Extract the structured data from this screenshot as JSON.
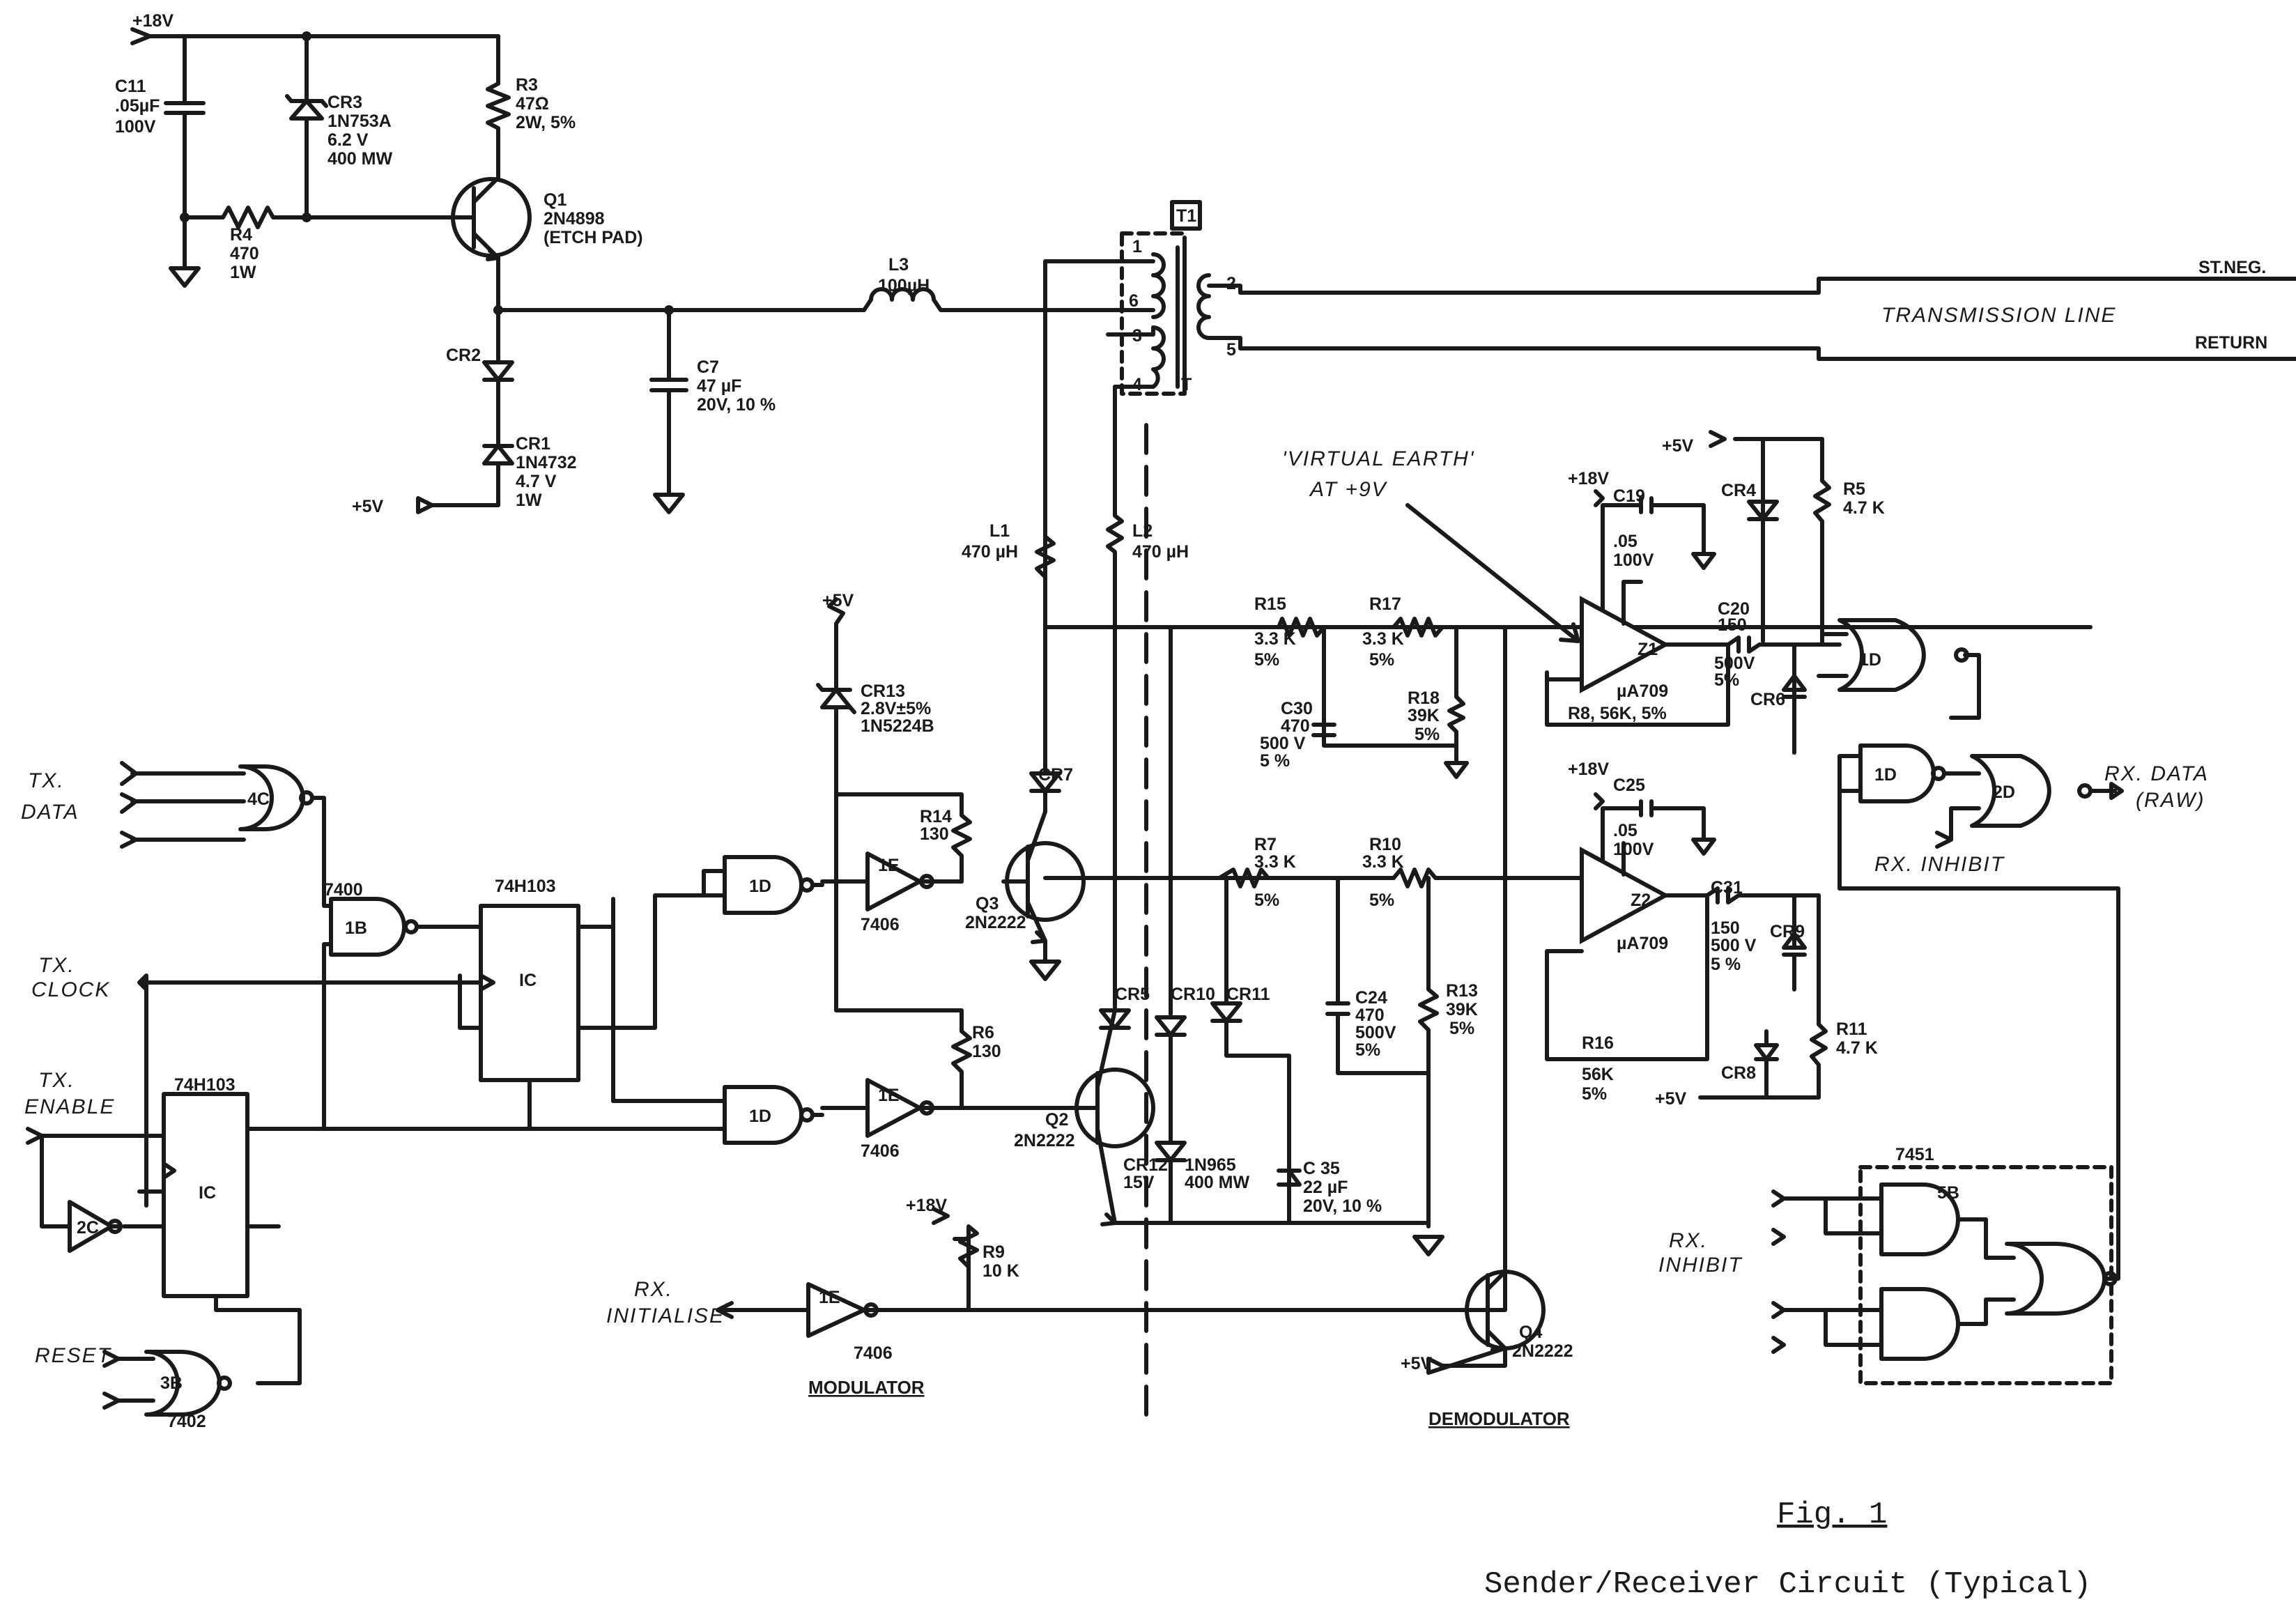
{
  "caption": {
    "figure": "Fig. 1",
    "title": "Sender/Receiver Circuit (Typical)"
  },
  "sections": {
    "modulator": "MODULATOR",
    "demodulator": "DEMODULATOR"
  },
  "annotations": {
    "virtual_earth_1": "'VIRTUAL EARTH'",
    "virtual_earth_2": "AT +9V",
    "transmission_line": "TRANSMISSION LINE",
    "st_neg": "ST.NEG.",
    "return": "RETURN"
  },
  "supplies": {
    "v18_top": "+18V",
    "v5_cr1": "+5V",
    "v5_mod": "+5V",
    "v5_r5": "+5V",
    "v18_z1": "+18V",
    "v18_z2": "+18V",
    "v5_r11": "+5V",
    "v18_r9": "+18V",
    "v5_q4": "+5V"
  },
  "signals": {
    "tx_data_1": "TX.",
    "tx_data_2": "DATA",
    "tx_clock_1": "TX.",
    "tx_clock_2": "CLOCK",
    "tx_enable_1": "TX.",
    "tx_enable_2": "ENABLE",
    "reset": "RESET",
    "rx_init_1": "RX.",
    "rx_init_2": "INITIALISE",
    "rx_inhibit_in_1": "RX.",
    "rx_inhibit_in_2": "INHIBIT",
    "rx_inhibit_out": "RX. INHIBIT",
    "rx_data_1": "RX. DATA",
    "rx_data_2": "(RAW)"
  },
  "components": {
    "c11": [
      "C11",
      ".05µF",
      "100V"
    ],
    "cr3": [
      "CR3",
      "1N753A",
      "6.2 V",
      "400 MW"
    ],
    "r3": [
      "R3",
      "47Ω",
      "2W, 5%"
    ],
    "q1": [
      "Q1",
      "2N4898",
      "(ETCH PAD)"
    ],
    "r4": [
      "R4",
      "470",
      "1W"
    ],
    "cr2": [
      "CR2"
    ],
    "cr1": [
      "CR1",
      "1N4732",
      "4.7 V",
      "1W"
    ],
    "c7": [
      "C7",
      "47 µF",
      "20V, 10 %"
    ],
    "l3": [
      "L3",
      "100µH"
    ],
    "t1": [
      "T1"
    ],
    "l1": [
      "L1",
      "470 µH"
    ],
    "l2": [
      "L2",
      "470 µH"
    ],
    "cr13": [
      "CR13",
      "2.8V±5%",
      "1N5224B"
    ],
    "r14": [
      "R14",
      "130"
    ],
    "cr7": [
      "CR7"
    ],
    "q3": [
      "Q3",
      "2N2222"
    ],
    "r6": [
      "R6",
      "130"
    ],
    "q2": [
      "Q2",
      "2N2222"
    ],
    "cr5": [
      "CR5"
    ],
    "cr10": [
      "CR10"
    ],
    "cr11": [
      "CR11"
    ],
    "cr12": [
      "CR12",
      "15V",
      "1N965",
      "400 MW"
    ],
    "c35": [
      "C 35",
      "22 µF",
      "20V, 10 %"
    ],
    "r9": [
      "R9",
      "10 K"
    ],
    "q4": [
      "Q4",
      "2N2222"
    ],
    "r15": [
      "R15",
      "3.3 K",
      "5%"
    ],
    "r17": [
      "R17",
      "3.3 K",
      "5%"
    ],
    "r18": [
      "R18",
      "39K",
      "5%"
    ],
    "c30": [
      "C30",
      "470",
      "500 V",
      "5 %"
    ],
    "r7": [
      "R7",
      "3.3 K",
      "5%"
    ],
    "r10": [
      "R10",
      "3.3 K",
      "5%"
    ],
    "c24": [
      "C24",
      "470",
      "500V",
      "5%"
    ],
    "r13": [
      "R13",
      "39K",
      "5%"
    ],
    "r16": [
      "R16",
      "56K",
      "5%"
    ],
    "r8": [
      "R8, 56K, 5%"
    ],
    "c19": [
      "C19",
      ".05",
      "100V"
    ],
    "c25": [
      "C25",
      ".05",
      "100V"
    ],
    "z1": [
      "Z1",
      "µA709"
    ],
    "z2": [
      "Z2",
      "µA709"
    ],
    "c20": [
      "C20",
      "150",
      "500V",
      "5%"
    ],
    "c31": [
      "C31",
      "150",
      "500 V",
      "5 %"
    ],
    "cr4": [
      "CR4"
    ],
    "cr6": [
      "CR6"
    ],
    "cr8": [
      "CR8"
    ],
    "cr9": [
      "CR9"
    ],
    "r5": [
      "R5",
      "4.7 K"
    ],
    "r11": [
      "R11",
      "4.7 K"
    ]
  },
  "gates": {
    "g4c": "4C",
    "g1b": "1B",
    "p7400": "7400",
    "ic_74h103_a": "74H103",
    "ic_74h103_b": "74H103",
    "ic_a": "IC",
    "ic_b": "IC",
    "g1d_a": "1D",
    "g1d_b": "1D",
    "g1e_a": "1E",
    "g1e_b": "1E",
    "g1e_c": "1E",
    "p7406_a": "7406",
    "p7406_b": "7406",
    "p7406_c": "7406",
    "g2c": "2C",
    "g3b": "3B",
    "p7402": "7402",
    "g1d_rx1": "1D",
    "g1d_rx2": "1D",
    "g2d": "2D",
    "p7451": "7451",
    "g5b": "5B"
  }
}
